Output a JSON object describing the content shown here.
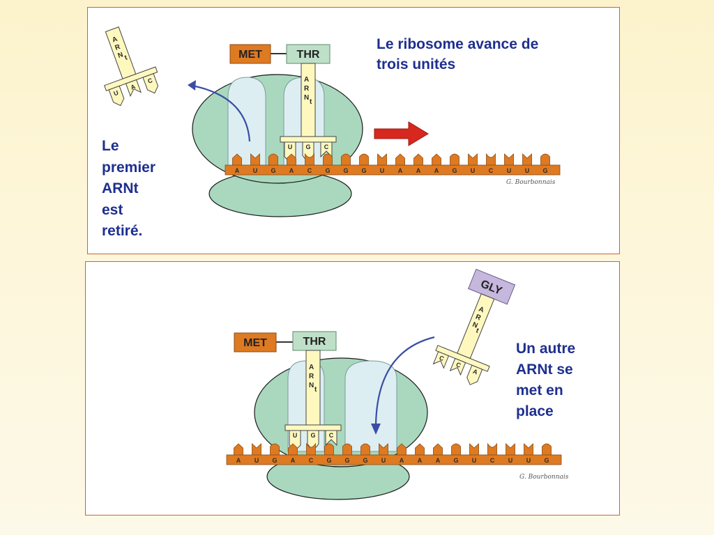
{
  "top_panel": {
    "caption_advance": "Le ribosome avance de\ntrois unités",
    "caption_removed": "Le\npremier\nARNt\nest\nretiré.",
    "met_label": "MET",
    "thr_label": "THR",
    "trna_label": [
      "A",
      "R",
      "N",
      "t"
    ],
    "thr_anticodon": [
      "U",
      "G",
      "C"
    ],
    "removed_trna_anticodon": [
      "U",
      "A",
      "C"
    ],
    "mrna_bases": [
      "A",
      "U",
      "G",
      "A",
      "C",
      "G",
      "G",
      "G",
      "U",
      "A",
      "A",
      "A",
      "G",
      "U",
      "C",
      "U",
      "U",
      "G"
    ],
    "credit": "G. Bourbonnais"
  },
  "bottom_panel": {
    "caption_arrive": "Un autre\nARNt se\nmet en\nplace",
    "met_label": "MET",
    "thr_label": "THR",
    "gly_label": "GLY",
    "trna_label": [
      "A",
      "R",
      "N",
      "t"
    ],
    "thr_anticodon": [
      "U",
      "G",
      "C"
    ],
    "gly_anticodon": [
      "C",
      "C",
      "A"
    ],
    "mrna_bases": [
      "A",
      "U",
      "G",
      "A",
      "C",
      "G",
      "G",
      "G",
      "U",
      "A",
      "A",
      "A",
      "G",
      "U",
      "C",
      "U",
      "U",
      "G"
    ],
    "credit": "G. Bourbonnais"
  },
  "colors": {
    "ribosome": "#a9d8be",
    "site": "#dceef2",
    "mrna": "#de7a22",
    "met_box": "#de7a22",
    "thr_box": "#bfe0c8",
    "gly_box": "#c6b7dd",
    "trna": "#fef8bf",
    "text_blue": "#1e2f8f",
    "arrow_red": "#d6281e",
    "arrow_blue": "#3a4ea5"
  }
}
